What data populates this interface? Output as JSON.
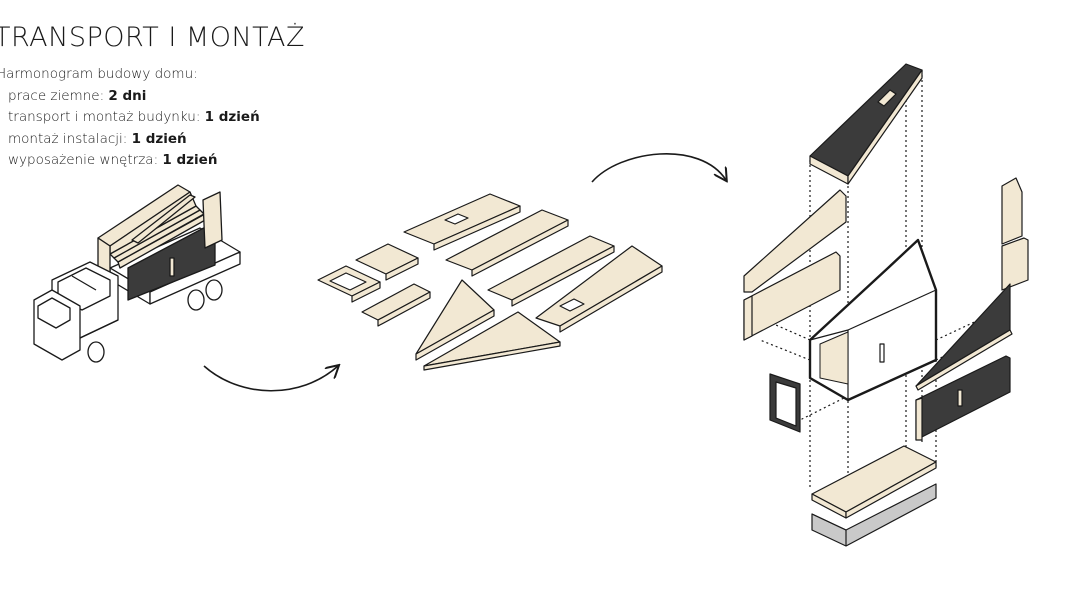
{
  "header": {
    "title": "TRANSPORT I MONTAŻ"
  },
  "schedule": {
    "heading": "Harmonogram budowy domu:",
    "items": [
      {
        "label": "prace ziemne:",
        "value": "2 dni"
      },
      {
        "label": "transport i montaż budynku:",
        "value": "1 dzień"
      },
      {
        "label": "montaż instalacji:",
        "value": "1 dzień"
      },
      {
        "label": "wyposażenie wnętrza:",
        "value": "1 dzień"
      }
    ]
  },
  "colors": {
    "wood": "#f2e8d3",
    "dark_panel": "#3b3b3b",
    "line": "#1a1a1a",
    "foundation": "#c9c9c9"
  }
}
